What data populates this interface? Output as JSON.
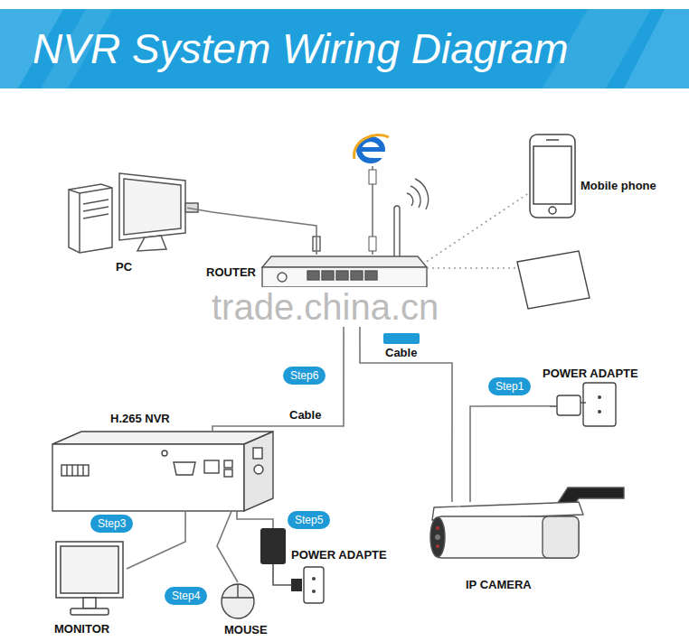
{
  "diagram": {
    "title": "NVR System Wiring Diagram",
    "nodes": [
      {
        "text": [
          "Mobile phone"
        ]
      },
      {
        "text": [
          "PC"
        ]
      },
      {
        "text": [
          "ROUTER"
        ]
      },
      {
        "text": [
          "Step6"
        ]
      },
      {
        "text": [
          "POWER ADAPTE"
        ]
      },
      {
        "text": [
          "Step1"
        ]
      },
      {
        "text": [
          "H.265 NVR"
        ]
      },
      {
        "text": [
          "Step3"
        ]
      },
      {
        "text": [
          "Step5"
        ]
      },
      {
        "text": [
          "POWER ADAPTE"
        ]
      },
      {
        "text": [
          "IP CAMERA"
        ]
      },
      {
        "text": [
          "Step4"
        ]
      },
      {
        "text": [
          "MONITOR"
        ]
      },
      {
        "text": [
          "MOUSE"
        ]
      }
    ],
    "edges": [
      {
        "from": 1,
        "to": 2,
        "arrow": "none"
      },
      {
        "from": 2,
        "to": 0,
        "arrow": "none"
      },
      {
        "from": 2,
        "to": 6,
        "label": "Cable",
        "arrow": "none"
      },
      {
        "from": 2,
        "to": 10,
        "label": "Cable",
        "arrow": "none"
      },
      {
        "from": 4,
        "to": 10,
        "arrow": "none"
      },
      {
        "from": 6,
        "to": 12,
        "arrow": "none"
      },
      {
        "from": 6,
        "to": 13,
        "arrow": "none"
      },
      {
        "from": 6,
        "to": 9,
        "arrow": "none"
      }
    ],
    "labels": [
      "trade.china.cn"
    ]
  }
}
